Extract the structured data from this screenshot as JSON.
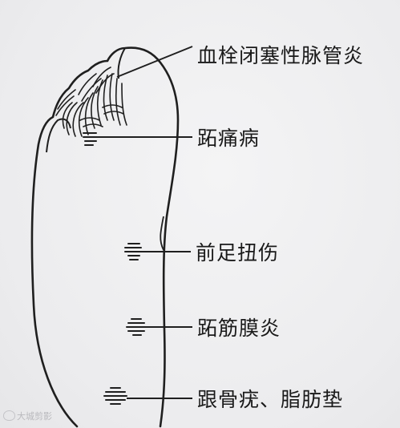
{
  "labels": {
    "thromboangiitis": "血栓闭塞性脉管炎",
    "toe_pain": "跖痛病",
    "forefoot_sprain": "前足扭伤",
    "plantar_fasciitis": "跖筋膜炎",
    "heel_spur_fat_pad": "跟骨疣、脂肪垫"
  },
  "watermark": {
    "text": "大城剪影"
  }
}
